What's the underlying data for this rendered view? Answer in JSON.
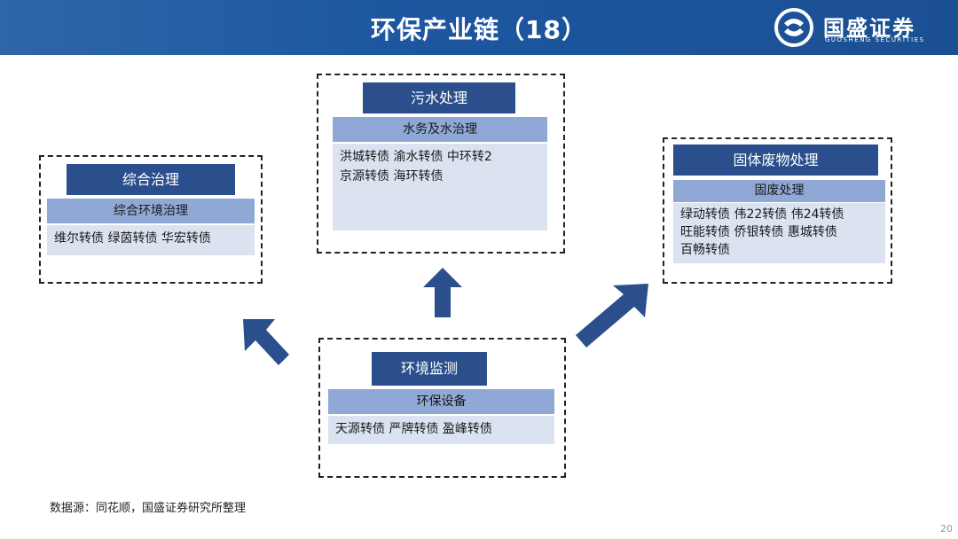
{
  "header": {
    "title": "环保产业链（18）",
    "logo_text": "国盛证券",
    "logo_sub": "GUOSHENG SECURITIES"
  },
  "boxes": {
    "comprehensive": {
      "title": "综合治理",
      "subtitle": "综合环境治理",
      "content": "维尔转债 绿茵转债 华宏转债"
    },
    "wastewater": {
      "title": "污水处理",
      "subtitle": "水务及水治理",
      "content": "洪城转债  渝水转债  中环转2\n京源转债  海环转债"
    },
    "solid": {
      "title": "固体废物处理",
      "subtitle": "固废处理",
      "content": "绿动转债 伟22转债 伟24转债\n旺能转债 侨银转债 惠城转债\n百畅转债"
    },
    "monitoring": {
      "title": "环境监测",
      "subtitle": "环保设备",
      "content": "天源转债 严牌转债 盈峰转债"
    }
  },
  "footer": {
    "source": "数据源：同花顺，国盛证券研究所整理",
    "page": "20"
  },
  "colors": {
    "header": "#1d57a0",
    "title_box": "#2b4f8c",
    "sub_bar": "#8fa8d6",
    "content_bg": "#dbe3f1",
    "arrow": "#2b4f8c"
  }
}
